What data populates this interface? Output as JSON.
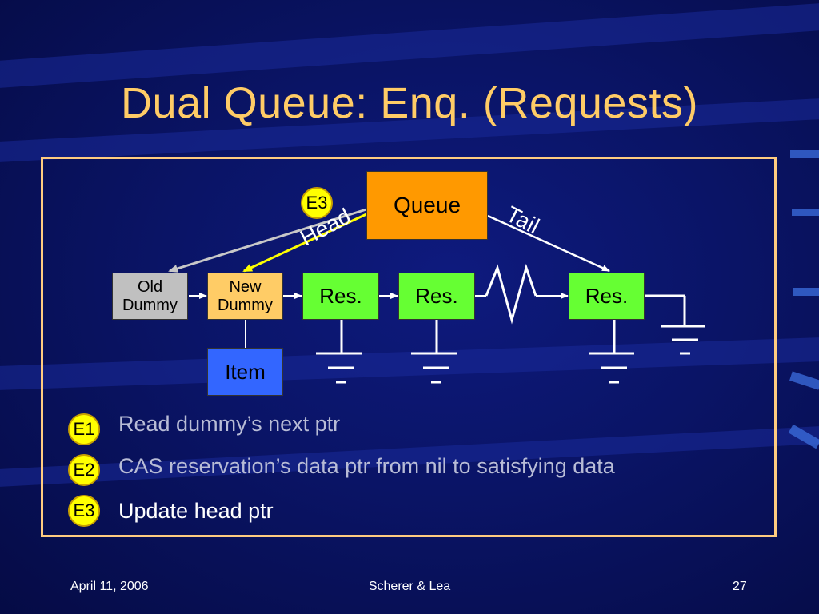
{
  "slide": {
    "title": "Dual Queue: Enq. (Requests)"
  },
  "diagram": {
    "queue_label": "Queue",
    "head_label": "Head",
    "tail_label": "Tail",
    "top_badge": "E3",
    "old_dummy": {
      "line1": "Old",
      "line2": "Dummy"
    },
    "new_dummy": {
      "line1": "New",
      "line2": "Dummy"
    },
    "item_label": "Item",
    "res_labels": [
      "Res.",
      "Res.",
      "Res."
    ]
  },
  "steps": [
    {
      "badge": "E1",
      "text": "Read dummy’s next ptr",
      "color": "#b8bcd6"
    },
    {
      "badge": "E2",
      "text": "CAS reservation’s data ptr from nil to satisfying data",
      "color": "#b8bcd6"
    },
    {
      "badge": "E3",
      "text": "Update head ptr",
      "color": "#ffffff"
    }
  ],
  "footer": {
    "date": "April 11, 2006",
    "authors": "Scherer & Lea",
    "page": "27"
  },
  "colors": {
    "title": "#ffcc66",
    "queue_box": "#ff9900",
    "old_dummy": "#c0c0c0",
    "new_dummy": "#ffcc66",
    "reservation": "#66ff33",
    "item": "#3366ff",
    "badge": "#ffff00"
  }
}
